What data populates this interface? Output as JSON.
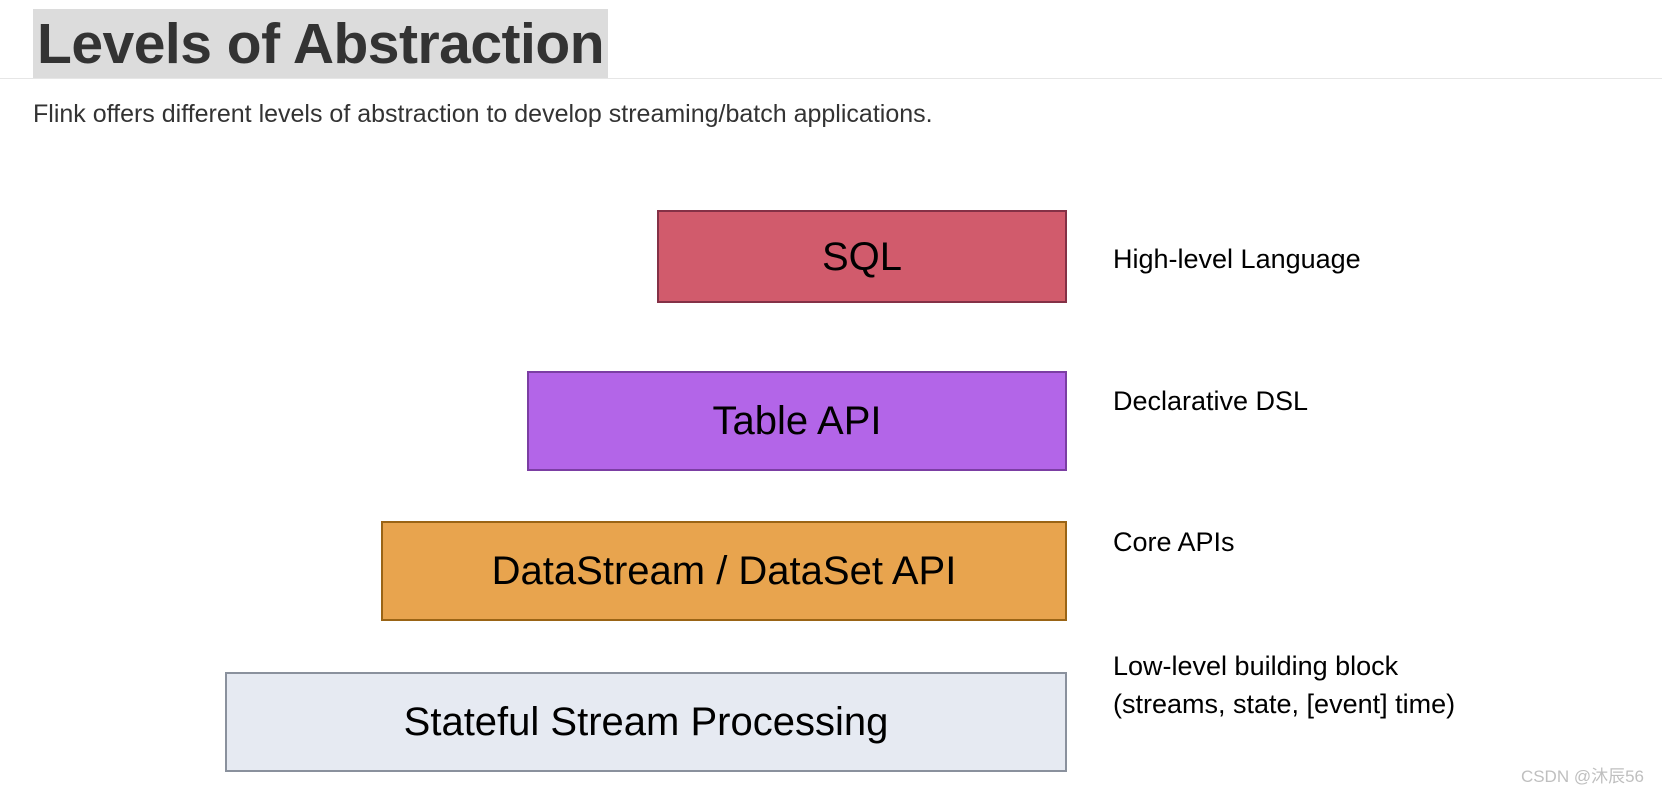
{
  "slide": {
    "title": "Levels of Abstraction",
    "subtitle": "Flink offers different levels of abstraction to develop streaming/batch applications.",
    "title_highlight_color": "#dcdcdc",
    "title_text_color": "#333333",
    "rule_color": "#e6e6e6"
  },
  "diagram": {
    "type": "layered-stack",
    "levels": [
      {
        "label": "SQL",
        "description": "High-level Language",
        "fill": "#d15b6c",
        "border": "#843146"
      },
      {
        "label": "Table API",
        "description": "Declarative DSL",
        "fill": "#b365e8",
        "border": "#7b3ea3"
      },
      {
        "label": "DataStream / DataSet API",
        "description": "Core APIs",
        "fill": "#e8a44e",
        "border": "#9a6415"
      },
      {
        "label": "Stateful Stream Processing",
        "description": "Low-level building block\n(streams, state, [event] time)",
        "fill": "#e6eaf2",
        "border": "#8a919d"
      }
    ]
  },
  "watermark": {
    "text": "CSDN @沐辰56",
    "color": "#bfbfbf"
  }
}
